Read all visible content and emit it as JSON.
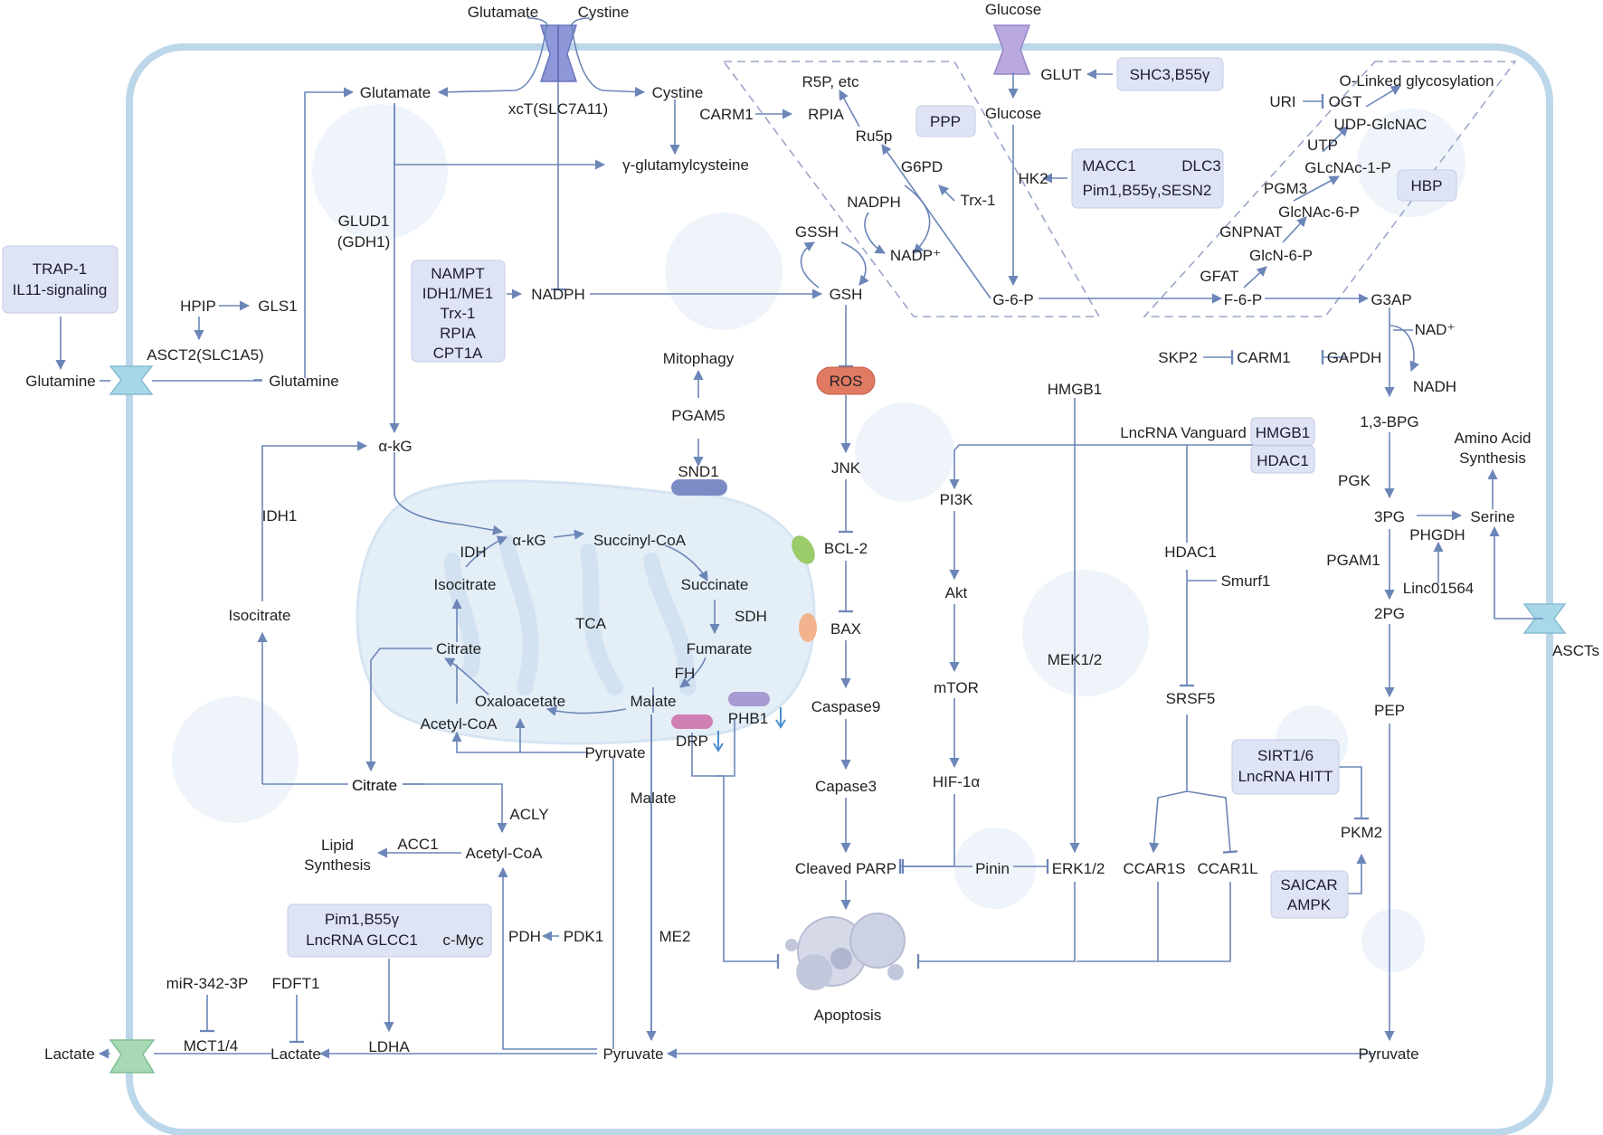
{
  "labels": {
    "glutamate_top": "Glutamate",
    "cystine_top": "Cystine",
    "glucose_top": "Glucose",
    "glutamate": "Glutamate",
    "cystine": "Cystine",
    "xct": "xcT(SLC7A11)",
    "gamma_glu_cys": "γ-glutamylcysteine",
    "glud1": "GLUD1",
    "gdh1": "(GDH1)",
    "nadph_mid": "NADPH",
    "gsh": "GSH",
    "gssh": "GSSH",
    "nadph_ppp": "NADPH",
    "nadp_plus": "NADP⁺",
    "hpip": "HPIP",
    "gls1": "GLS1",
    "asct2": "ASCT2(SLC1A5)",
    "glutamine_out": "Glutamine",
    "glutamine_in": "Glutamine",
    "akg_top": "α-kG",
    "idh1": "IDH1",
    "isocitrate_out": "Isocitrate",
    "citrate_out": "Citrate",
    "r5p": "R5P, etc",
    "carm1_ppp": "CARM1",
    "rpia": "RPIA",
    "ru5p": "Ru5p",
    "g6pd": "G6PD",
    "trx1_ppp": "Trx-1",
    "glucose_in": "Glucose",
    "glut": "GLUT",
    "hk2": "HK2",
    "g6p": "G-6-P",
    "f6p": "F-6-P",
    "g3ap": "G3AP",
    "uri": "URI",
    "ogt": "OGT",
    "o_linked": "O-Linked glycosylation",
    "udp_glcnac": "UDP-GlcNAC",
    "utp": "UTP",
    "glcnac1p": "GLcNAc-1-P",
    "pgm3": "PGM3",
    "glcnac6p": "GlcNAc-6-P",
    "gnpnat": "GNPNAT",
    "glcn6p": "GlcN-6-P",
    "gfat": "GFAT",
    "nad_plus": "NAD⁺",
    "nadh": "NADH",
    "skp2": "SKP2",
    "carm1_gly": "CARM1",
    "gapdh": "GAPDH",
    "bpg": "1,3-BPG",
    "pgk": "PGK",
    "pg3": "3PG",
    "serine": "Serine",
    "phgdh": "PHGDH",
    "amino_acid": "Amino Acid",
    "synthesis_aa": "Synthesis",
    "pgam1": "PGAM1",
    "linc01564": "Linc01564",
    "pg2": "2PG",
    "pep": "PEP",
    "ascts": "ASCTs",
    "pkm2": "PKM2",
    "pyruvate_right": "Pyruvate",
    "mitophagy": "Mitophagy",
    "pgam5": "PGAM5",
    "snd1": "SND1",
    "ros": "ROS",
    "jnk": "JNK",
    "bcl2": "BCL-2",
    "bax": "BAX",
    "caspase9": "Caspase9",
    "capase3": "Capase3",
    "cleaved_parp": "Cleaved PARP",
    "pinin": "Pinin",
    "erk": "ERK1/2",
    "apoptosis": "Apoptosis",
    "hmgb1_top": "HMGB1",
    "lncrna_vanguard": "LncRNA Vanguard",
    "pi3k": "PI3K",
    "akt": "Akt",
    "mtor": "mTOR",
    "hif1a": "HIF-1α",
    "mek": "MEK1/2",
    "hdac1_mid": "HDAC1",
    "smurf1": "Smurf1",
    "srsf5": "SRSF5",
    "ccar1s": "CCAR1S",
    "ccar1l": "CCAR1L",
    "akg_tca": "α-kG",
    "succinyl_coa": "Succinyl-CoA",
    "succinate": "Succinate",
    "sdh": "SDH",
    "fumarate": "Fumarate",
    "fh": "FH",
    "malate_tca": "Malate",
    "oxaloacetate": "Oxaloacetate",
    "citrate_tca": "Citrate",
    "isocitrate_tca": "Isocitrate",
    "idh_tca": "IDH",
    "tca": "TCA",
    "acetyl_coa_tca": "Acetyl-CoA",
    "pyruvate_mid": "Pyruvate",
    "drp": "DRP",
    "phb1": "PHB1",
    "malate_out": "Malate",
    "me2": "ME2",
    "citrate_low": "Citrate",
    "acly": "ACLY",
    "acetyl_coa": "Acetyl-CoA",
    "acc1": "ACC1",
    "lipid": "Lipid",
    "synthesis_lipid": "Synthesis",
    "pdh": "PDH",
    "pdk1": "PDK1",
    "cmyc": "c-Myc",
    "ldha": "LDHA",
    "mir342": "miR-342-3P",
    "fdft1": "FDFT1",
    "mct14": "MCT1/4",
    "lactate_in": "Lactate",
    "lactate_out": "Lactate",
    "pyruvate_bottom": "Pyruvate",
    "ppp": "PPP",
    "hbp": "HBP"
  },
  "boxes": {
    "trap1": [
      "TRAP-1",
      "IL11-signaling"
    ],
    "nampt": [
      "NAMPT",
      "IDH1/ME1",
      "Trx-1",
      "RPIA",
      "CPT1A"
    ],
    "shc3": [
      "SHC3,B55γ"
    ],
    "macc1": [
      "MACC1",
      "DLC3",
      "Pim1,B55γ,SESN2"
    ],
    "hmgb1": [
      "HMGB1"
    ],
    "hdac1": [
      "HDAC1"
    ],
    "sirt": [
      "SIRT1/6",
      "LncRNA HITT"
    ],
    "saicar": [
      "SAICAR",
      "AMPK"
    ],
    "pim1": [
      "Pim1,B55γ",
      "LncRNA GLCC1"
    ]
  },
  "colors": {
    "cell_border": "#bcd7ea",
    "line": "#6c86b8",
    "box_fill": "#dfe4f5",
    "ros": "#e07a62",
    "snd1": "#7b8cc4",
    "drp": "#cf7fb4",
    "phb1": "#a89ad2",
    "bcl2": "#9ccb6a",
    "bax": "#f2b38e",
    "transporter_top": "#8e98d8",
    "transporter_glucose": "#b9a9de",
    "transporter_glutamine": "#a8d8e8",
    "transporter_lactate": "#a7d9b5"
  }
}
